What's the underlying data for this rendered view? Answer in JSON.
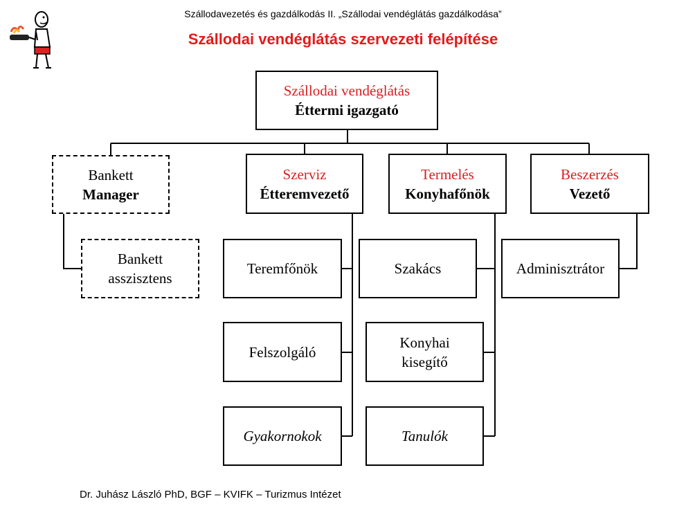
{
  "header": {
    "subtitle": "Szállodavezetés és gazdálkodás II. „Szállodai vendéglátás gazdálkodása”",
    "title": "Szállodai vendéglátás szervezeti felépítése"
  },
  "footer": {
    "author": "Dr. Juhász László PhD, BGF – KVIFK – Turizmus Intézet"
  },
  "org": {
    "root": {
      "line1": "Szállodai vendéglátás",
      "line2": "Éttermi igazgató"
    },
    "banquet": {
      "head": {
        "line1": "Bankett",
        "line2": "Manager"
      },
      "assistant": {
        "line1": "Bankett",
        "line2": "asszisztens"
      }
    },
    "service": {
      "head": {
        "line1": "Szerviz",
        "line2": "Étteremvezető"
      },
      "staff": [
        "Teremfőnök",
        "Felszolgáló",
        "Gyakornokok"
      ]
    },
    "production": {
      "head": {
        "line1": "Termelés",
        "line2": "Konyhafőnök"
      },
      "staff": [
        "Szakács",
        "Konyhai",
        "kisegítő",
        "Tanulók"
      ]
    },
    "purchasing": {
      "head": {
        "line1": "Beszerzés",
        "line2": "Vezető"
      },
      "staff": [
        "Adminisztrátor"
      ]
    }
  },
  "colors": {
    "title": "#e31b1b",
    "department": "#d81e1e",
    "line": "#000000"
  },
  "icons": {
    "logo": "chef-cartoon-icon"
  }
}
